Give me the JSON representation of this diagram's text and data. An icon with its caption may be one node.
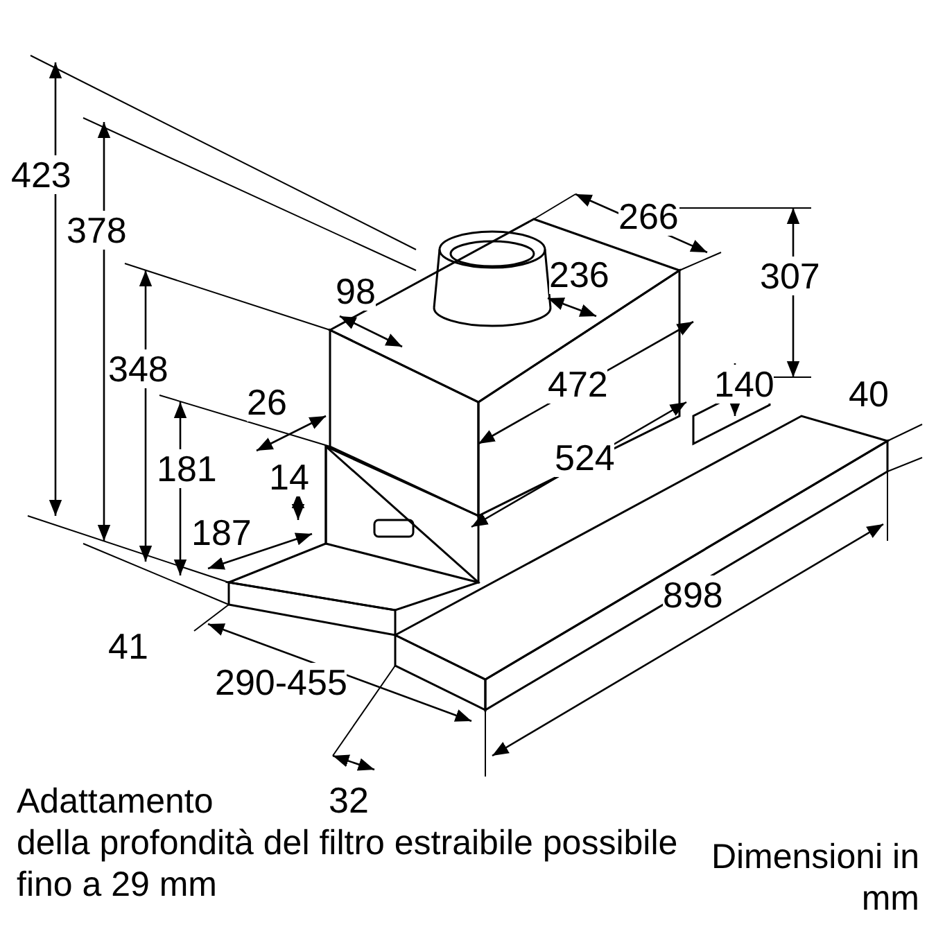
{
  "diagram": {
    "labels": [
      "423",
      "378",
      "266",
      "307",
      "98",
      "236",
      "348",
      "472",
      "140",
      "40",
      "26",
      "181",
      "524",
      "14",
      "187",
      "41",
      "898",
      "290-455",
      "32",
      "Adattamento della profondità del filtro estraibile possibile fino a 29 mm",
      "Dimensioni in mm"
    ]
  }
}
